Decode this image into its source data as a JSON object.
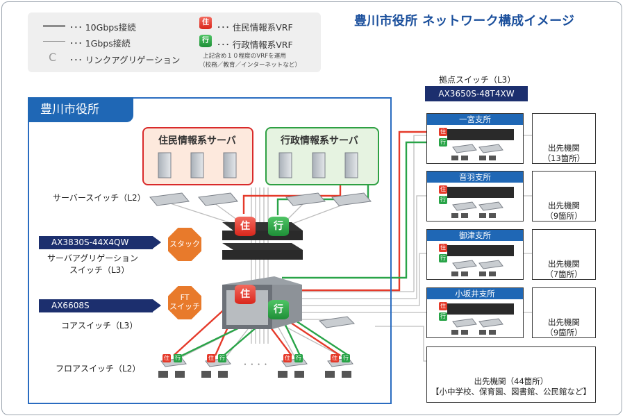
{
  "title": "豊川市役所 ネットワーク構成イメージ",
  "legend": {
    "ten_g": "･･･ 10Gbps接続",
    "one_g": "･･･ 1Gbps接続",
    "lag_symbol": "C",
    "lag": "･･･ リンクアグリゲーション",
    "res_badge": "住",
    "res_vrf": "･･･ 住民情報系VRF",
    "adm_badge": "行",
    "adm_vrf": "･･･ 行政情報系VRF",
    "note1": "上記含め１０程度のVRFを運用",
    "note2": "（校務／教育／インターネットなど）"
  },
  "city_hall": {
    "label": "豊川市役所",
    "resident_servers": "住民情報系サーバ",
    "admin_servers": "行政情報系サーバ",
    "server_switch": "サーバースイッチ（L2）",
    "agg_model": "AX3830S-44X4QW",
    "agg_line1": "サーバアグリゲーション",
    "agg_line2": "スイッチ（L3）",
    "stack": "スタック",
    "core_model": "AX6608S",
    "core_label": "コアスイッチ（L3）",
    "ft_line1": "FT",
    "ft_line2": "スイッチ",
    "floor_label": "フロアスイッチ（L2）",
    "dots": "･ ･ ･ ･",
    "badge_res": "住",
    "badge_adm": "行"
  },
  "site_switch": {
    "label": "拠点スイッチ（L3）",
    "model": "AX3650S-48T4XW"
  },
  "branches": [
    {
      "name": "一宮支所",
      "office_line1": "出先機関",
      "office_line2": "（13箇所）"
    },
    {
      "name": "音羽支所",
      "office_line1": "出先機関",
      "office_line2": "（9箇所）"
    },
    {
      "name": "御津支所",
      "office_line1": "出先機関",
      "office_line2": "（7箇所）"
    },
    {
      "name": "小坂井支所",
      "office_line1": "出先機関",
      "office_line2": "（9箇所）"
    }
  ],
  "bottom_office": {
    "line1": "出先機関（44箇所）",
    "line2": "【小中学校、保育園、図書館、公民館など】"
  },
  "colors": {
    "resident": "#e53a2a",
    "admin": "#29a448",
    "link": "#9a9a9a",
    "brand_blue": "#1f67b5",
    "navy": "#1c2f6e",
    "orange": "#e87a2b"
  }
}
